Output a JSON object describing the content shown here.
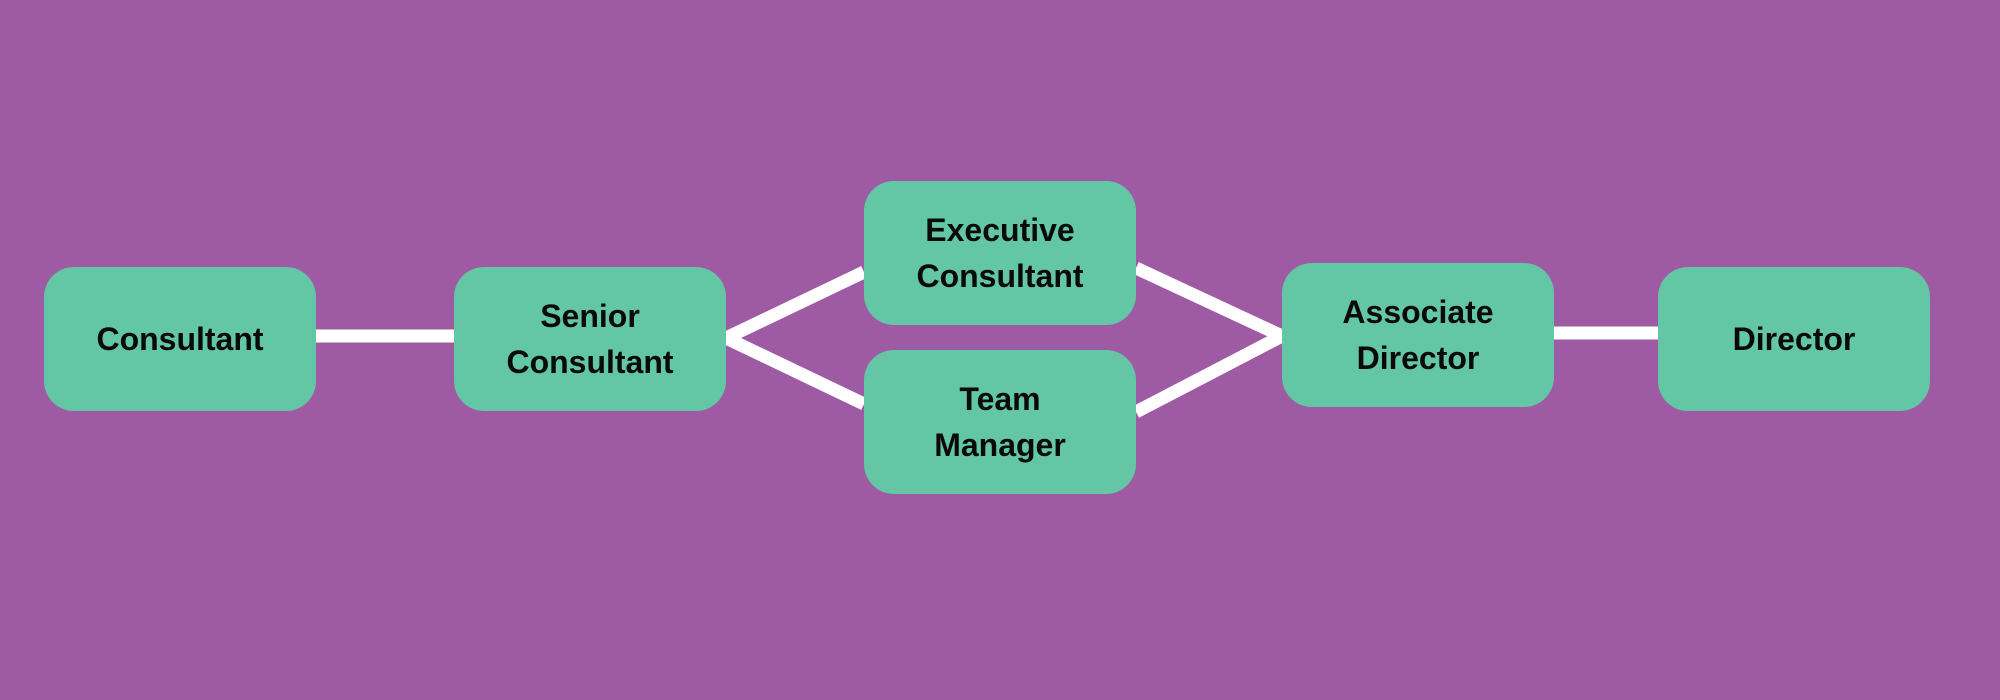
{
  "colors": {
    "background": "#9e5ba3",
    "node_fill": "#63c6a5",
    "connector": "#ffffff",
    "text": "#0a0a0a"
  },
  "nodes": [
    {
      "id": "consultant",
      "label": "Consultant"
    },
    {
      "id": "senior-consultant",
      "label": "Senior\nConsultant"
    },
    {
      "id": "executive-consultant",
      "label": "Executive\nConsultant"
    },
    {
      "id": "team-manager",
      "label": "Team\nManager"
    },
    {
      "id": "associate-director",
      "label": "Associate\nDirector"
    },
    {
      "id": "director",
      "label": "Director"
    }
  ],
  "edges": [
    {
      "from": "consultant",
      "to": "senior-consultant"
    },
    {
      "from": "senior-consultant",
      "to": "executive-consultant"
    },
    {
      "from": "senior-consultant",
      "to": "team-manager"
    },
    {
      "from": "executive-consultant",
      "to": "associate-director"
    },
    {
      "from": "team-manager",
      "to": "associate-director"
    },
    {
      "from": "associate-director",
      "to": "director"
    }
  ]
}
